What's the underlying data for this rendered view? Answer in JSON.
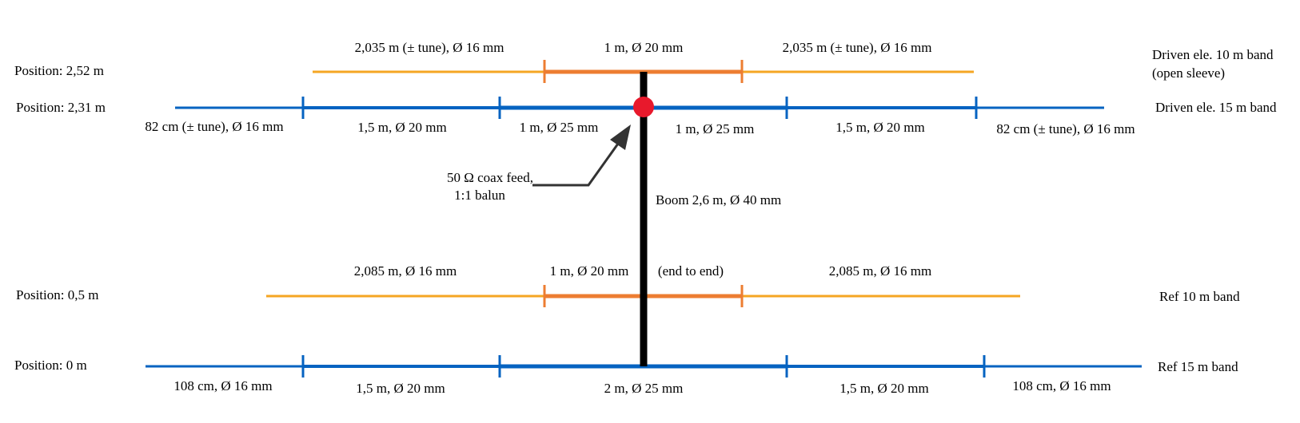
{
  "colors": {
    "blue": "#0563c1",
    "orange_center": "#ed7d31",
    "orange_tips": "#f5a623",
    "boom": "#000000",
    "feed": "#e8192c",
    "arrow": "#333333"
  },
  "labels": {
    "positions": [
      "Position: 2,52 m",
      "Position: 2,31 m",
      "Position: 0,5 m",
      "Position: 0 m"
    ],
    "elements": {
      "driven10_line1": "Driven ele. 10 m band",
      "driven10_line2": "(open sleeve)",
      "driven15": "Driven ele. 15 m band",
      "ref10": "Ref 10 m band",
      "ref15": "Ref 15 m band"
    },
    "driven10": {
      "left": "2,035 m (± tune), Ø 16 mm",
      "center": "1 m, Ø 20 mm",
      "right": "2,035 m (± tune), Ø 16 mm"
    },
    "driven15": {
      "tip_left": "82 cm (± tune), Ø 16 mm",
      "mid_left": "1,5 m, Ø 20 mm",
      "center_left": "1 m, Ø 25 mm",
      "center_right": "1 m, Ø 25 mm",
      "mid_right": "1,5 m, Ø 20 mm",
      "tip_right": "82 cm (± tune), Ø 16 mm"
    },
    "feed_line1": "50 Ω coax feed,",
    "feed_line2": "1:1 balun",
    "boom": "Boom 2,6 m, Ø 40 mm",
    "ref10": {
      "left": "2,085 m, Ø 16 mm",
      "center": "1 m, Ø 20 mm",
      "center_note": "(end to end)",
      "right": "2,085 m, Ø 16 mm"
    },
    "ref15": {
      "tip_left": "108 cm, Ø 16 mm",
      "mid_left": "1,5 m, Ø 20 mm",
      "center": "2 m, Ø 25 mm",
      "mid_right": "1,5 m, Ø 20 mm",
      "tip_right": "108 cm, Ø 16 mm"
    }
  }
}
